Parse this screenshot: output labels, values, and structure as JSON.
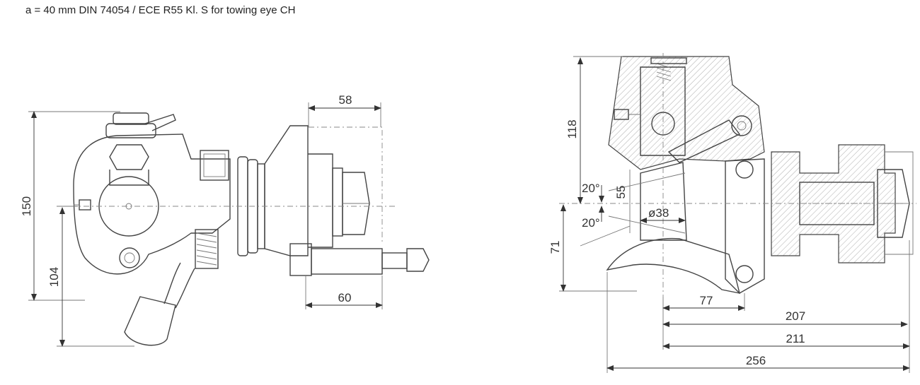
{
  "caption": "a = 40 mm DIN 74054 / ECE R55 Kl. S for towing eye CH",
  "dimensions": {
    "left": {
      "d150": "150",
      "d104": "104",
      "d58": "58",
      "d60": "60"
    },
    "right": {
      "d118": "118",
      "d55": "55",
      "d71": "71",
      "angle_top": "20°",
      "angle_bottom": "20°",
      "dia38": "ø38",
      "d77": "77",
      "d207": "207",
      "d211": "211",
      "d256": "256"
    }
  }
}
